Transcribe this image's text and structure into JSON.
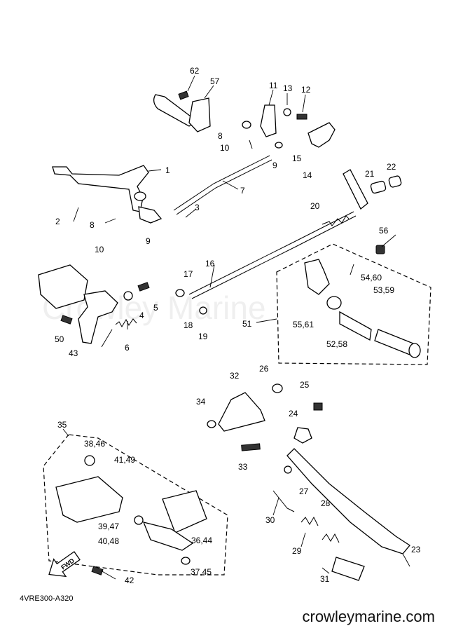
{
  "diagram_code": "4VRE300-A320",
  "watermark": "Crowley Marine",
  "site": "crowleymarine.com",
  "fwd_label": "FWD",
  "callouts": [
    "62",
    "57",
    "11",
    "13",
    "12",
    "8",
    "10",
    "9",
    "15",
    "14",
    "1",
    "7",
    "22",
    "21",
    "2",
    "3",
    "8",
    "9",
    "10",
    "20",
    "56",
    "17",
    "16",
    "54,60",
    "53,59",
    "4",
    "5",
    "55,61",
    "51",
    "18",
    "19",
    "50",
    "6",
    "52,58",
    "43",
    "26",
    "32",
    "25",
    "34",
    "24",
    "35",
    "38,46",
    "33",
    "41,49",
    "27",
    "28",
    "30",
    "39,47",
    "36,44",
    "29",
    "40,48",
    "23",
    "37,45",
    "31",
    "42"
  ]
}
